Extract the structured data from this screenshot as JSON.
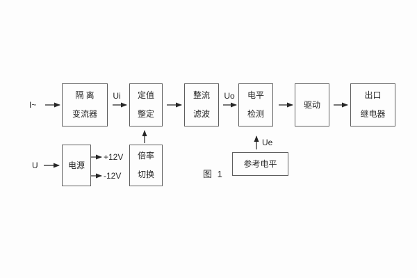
{
  "diagram": {
    "caption": "图 1",
    "labels": {
      "input_current": "I~",
      "input_voltage": "U",
      "ui": "Ui",
      "uo": "Uo",
      "ue": "Ue",
      "rail_pos": "+12V",
      "rail_neg": "-12V"
    },
    "blocks": {
      "isolation": {
        "line1": "隔 离",
        "line2": "变流器"
      },
      "setting": {
        "line1": "定值",
        "line2": "整定"
      },
      "rectify": {
        "line1": "整流",
        "line2": "滤波"
      },
      "level": {
        "line1": "电平",
        "line2": "检测"
      },
      "drive": {
        "line1": "驱动"
      },
      "relay": {
        "line1": "出口",
        "line2": "继电器"
      },
      "power": {
        "line1": "电源"
      },
      "ratio": {
        "line1": "倍率",
        "line2": "切换"
      },
      "reference": {
        "line1": "参考电平"
      }
    },
    "colors": {
      "background": "#fdfdfd",
      "border": "#5e5e5e",
      "text": "#262626",
      "line": "#262626"
    }
  }
}
